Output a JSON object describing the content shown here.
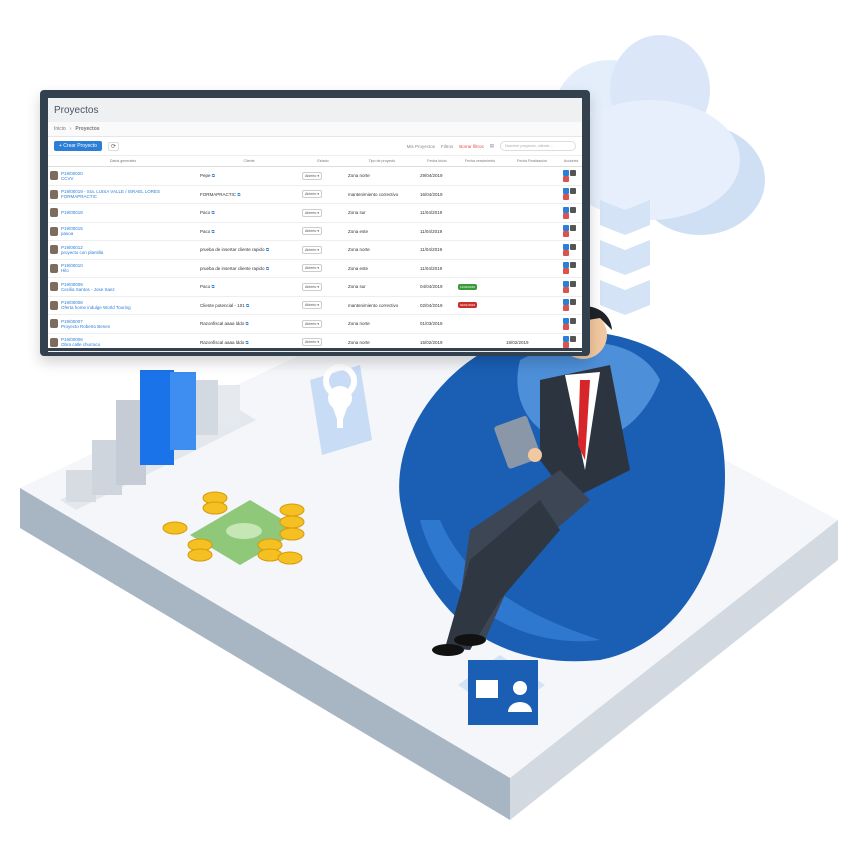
{
  "colors": {
    "primary": "#2b7fd6",
    "bag_dark": "#1a5fb4",
    "bag_light": "#4d8fd9",
    "cloud": "#cfe0f5",
    "platform": "#eef2f6"
  },
  "panel": {
    "title": "Proyectos",
    "breadcrumb": [
      "Inicio",
      "Proyectos"
    ],
    "toolbar": {
      "create_label": "+ Crear Proyecto",
      "mine_label": "Mis Proyectos",
      "filters_label": "Filtros",
      "clear_label": "Borrar filtros",
      "search_placeholder": "Nombre proyecto, cliente..."
    },
    "columns": [
      "Datos generales",
      "Cliente",
      "Estado",
      "Tipo de proyecto",
      "Fecha Inicio",
      "Fecha vencimiento",
      "Fecha Finalización",
      "Acciones"
    ],
    "rows": [
      {
        "code": "P19/00020",
        "name": "CCVV",
        "client": "Pepe",
        "status": "Abierto",
        "type": "Zona norte",
        "start": "29/04/2019",
        "due": "",
        "due_color": "",
        "end": ""
      },
      {
        "code": "P19/00019 - Sra. LUISA VALLE / ISRAEL LORES",
        "name": "FORMAPRACTIC",
        "client": "FORMAPRACTIC",
        "status": "Abierto",
        "type": "mantenimiento correctivo",
        "start": "16/04/2019",
        "due": "",
        "due_color": "",
        "end": ""
      },
      {
        "code": "P19/00018",
        "name": "",
        "client": "Paco",
        "status": "Abierto",
        "type": "Zona sur",
        "start": "11/04/2019",
        "due": "",
        "due_color": "",
        "end": ""
      },
      {
        "code": "P19/00015",
        "name": "pasoa",
        "client": "Paco",
        "status": "Abierto",
        "type": "Zona este",
        "start": "11/04/2019",
        "due": "",
        "due_color": "",
        "end": ""
      },
      {
        "code": "P19/00012",
        "name": "proyecto con plantilla",
        "client": "prueba de insertar cliente rapido",
        "status": "Abierto",
        "type": "Zona norte",
        "start": "11/04/2019",
        "due": "",
        "due_color": "",
        "end": ""
      },
      {
        "code": "P19/00010",
        "name": "Hilo",
        "client": "prueba de insertar cliente rapido",
        "status": "Abierto",
        "type": "Zona este",
        "start": "11/04/2019",
        "due": "",
        "due_color": "",
        "end": ""
      },
      {
        "code": "P19/00009",
        "name": "Cecilia Santos - Jose Saez",
        "client": "Paco",
        "status": "Abierto",
        "type": "Zona sur",
        "start": "04/04/2019",
        "due": "11/01/2019",
        "due_color": "#3c9a3c",
        "end": ""
      },
      {
        "code": "P19/00008",
        "name": "Oferta home indulge World Touring",
        "client": "Cliente potencial - 101",
        "status": "Abierto",
        "type": "mantenimiento correctivo",
        "start": "02/04/2019",
        "due": "02/01/2019",
        "due_color": "#c9302c",
        "end": ""
      },
      {
        "code": "P19/00007",
        "name": "Proyecto Roberto Benes",
        "client": "Razonfiscal aaaa lddo",
        "status": "Abierto",
        "type": "Zona norte",
        "start": "01/03/2019",
        "due": "",
        "due_color": "",
        "end": ""
      },
      {
        "code": "P19/00006",
        "name": "Obra calle churraco",
        "client": "Razonfiscal aaaa lddo",
        "status": "Abierto",
        "type": "Zona norte",
        "start": "15/02/2019",
        "due": "",
        "due_color": "",
        "end": "18/02/2019"
      }
    ]
  }
}
